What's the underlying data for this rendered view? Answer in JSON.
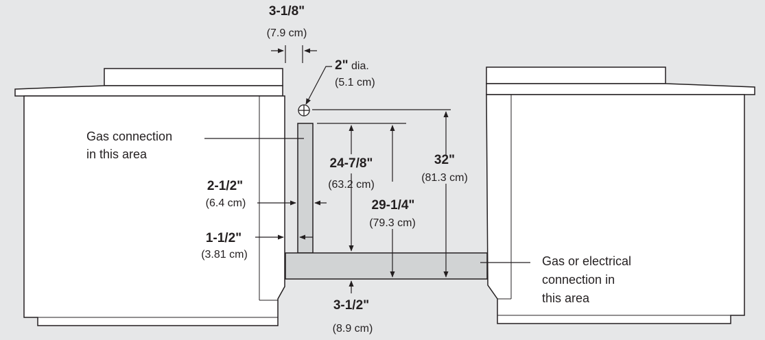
{
  "dimensions": {
    "top_gap": {
      "value": "3-1/8\"",
      "metric": "(7.9 cm)"
    },
    "hole": {
      "value": "2\"",
      "suffix": " dia.",
      "metric": "(5.1 cm)"
    },
    "strip_top": {
      "value": "24-7/8\"",
      "metric": "(63.2 cm)"
    },
    "hole_height": {
      "value": "32\"",
      "metric": "(81.3 cm)"
    },
    "strip_width": {
      "value": "2-1/2\"",
      "metric": "(6.4 cm)"
    },
    "strip_bottom": {
      "value": "29-1/4\"",
      "metric": "(79.3 cm)"
    },
    "side_gap": {
      "value": "1-1/2\"",
      "metric": "(3.81 cm)"
    },
    "floor_height": {
      "value": "3-1/2\"",
      "metric": "(8.9 cm)"
    }
  },
  "labels": {
    "gas_area": [
      "Gas connection",
      "in this area"
    ],
    "gas_elec_area": [
      "Gas or electrical",
      "connection in",
      "this area"
    ]
  },
  "colors": {
    "background": "#e6e7e8",
    "cabinet": "#ffffff",
    "area_fill": "#d1d3d4",
    "line": "#231f20"
  }
}
